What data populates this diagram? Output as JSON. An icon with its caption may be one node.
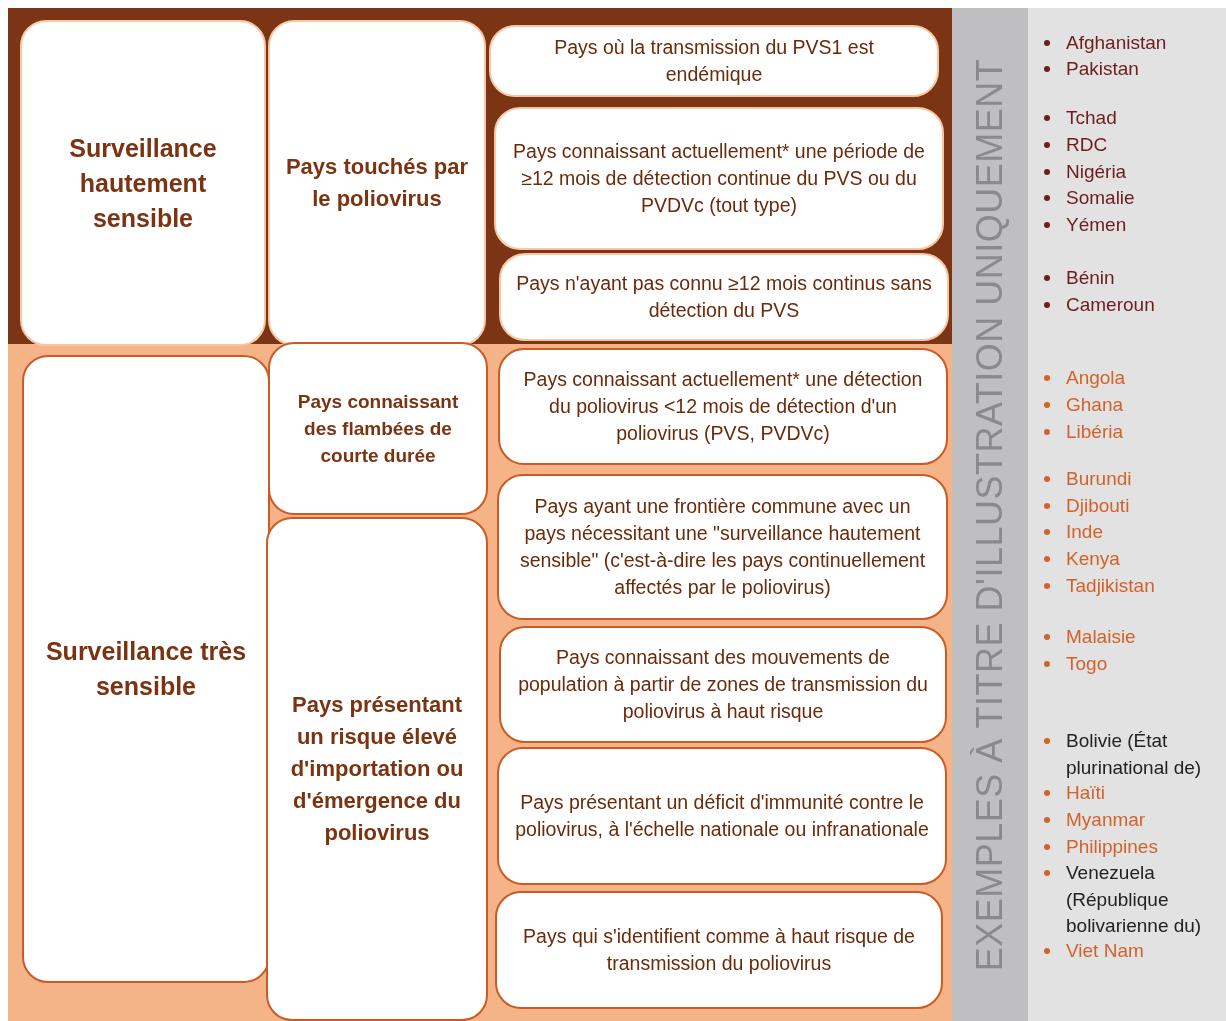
{
  "diagram": {
    "nodes": [
      {
        "text": [
          "Surveillance hautement sensible"
        ]
      },
      {
        "text": [
          "Pays touchés par le poliovirus"
        ]
      },
      {
        "text": [
          "Pays où la transmission du PVS1 est endémique"
        ]
      },
      {
        "text": [
          "Pays connaissant actuellement* une période de ≥12 mois de détection continue du PVS ou du PVDVc (tout type)"
        ]
      },
      {
        "text": [
          "Pays n'ayant pas connu ≥12 mois continus sans détection du PVS"
        ]
      },
      {
        "text": [
          "Surveillance très sensible"
        ]
      },
      {
        "text": [
          "Pays connaissant des flambées de courte durée"
        ]
      },
      {
        "text": [
          "Pays connaissant actuellement* une détection du poliovirus <12 mois de détection d'un poliovirus (PVS, PVDVc)"
        ]
      },
      {
        "text": [
          "Pays présentant un risque élevé d'importation ou d'émergence du poliovirus"
        ]
      },
      {
        "text": [
          "Pays ayant une frontière commune avec un pays nécessitant une \"surveillance hautement sensible\" (c'est-à-dire les pays continuellement affectés par le poliovirus)"
        ]
      },
      {
        "text": [
          "Pays connaissant des mouvements de population à partir de zones de transmission du poliovirus à haut risque"
        ]
      },
      {
        "text": [
          "Pays présentant un déficit d'immunité contre le poliovirus, à l'échelle nationale ou infranationale"
        ]
      },
      {
        "text": [
          "Pays qui s'identifient comme à haut risque de transmission du poliovirus"
        ]
      },
      {
        "text": [
          "EXEMPLES À TITRE D'ILLUSTRATION UNIQUEMENT"
        ]
      }
    ],
    "labels": [
      "Afghanistan",
      "Pakistan",
      "Tchad",
      "RDC",
      "Nigéria",
      "Somalie",
      "Yémen",
      "Bénin",
      "Cameroun",
      "Angola",
      "Ghana",
      "Libéria",
      "Burundi",
      "Djibouti",
      "Inde",
      "Kenya",
      "Tadjikistan",
      "Malaisie",
      "Togo",
      "Bolivie (État plurinational de)",
      "Haïti",
      "Myanmar",
      "Philippines",
      "Venezuela (République bolivarienne du)",
      "Viet Nam"
    ]
  }
}
